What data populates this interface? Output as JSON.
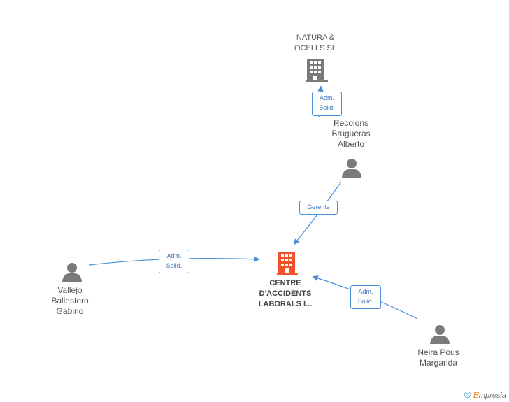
{
  "nodes": {
    "natura": {
      "label": "NATURA &\nOCELLS SL",
      "kind": "company"
    },
    "recolons": {
      "label": "Recolons\nBrugueras\nAlberto",
      "kind": "person"
    },
    "centre": {
      "label": "CENTRE\nD'ACCIDENTS\nLABORALS I...",
      "kind": "company-focus"
    },
    "vallejo": {
      "label": "Vallejo\nBallestero\nGabino",
      "kind": "person"
    },
    "neira": {
      "label": "Neira Pous\nMargarida",
      "kind": "person"
    }
  },
  "edges": {
    "recolons_natura": {
      "label": "Adm.\nSolid."
    },
    "recolons_centre": {
      "label": "Gerente"
    },
    "vallejo_centre": {
      "label": "Adm.\nSolid."
    },
    "neira_centre": {
      "label": "Adm.\nSolid."
    }
  },
  "colors": {
    "company": "#7a7a7a",
    "company_focus": "#f0532a",
    "person": "#7a7a7a",
    "edge": "#4a8fd8",
    "edge_label_border": "#4a8fd8"
  },
  "brand": {
    "copyright_symbol": "©",
    "name_initial": "E",
    "name_rest": "mpresia"
  }
}
